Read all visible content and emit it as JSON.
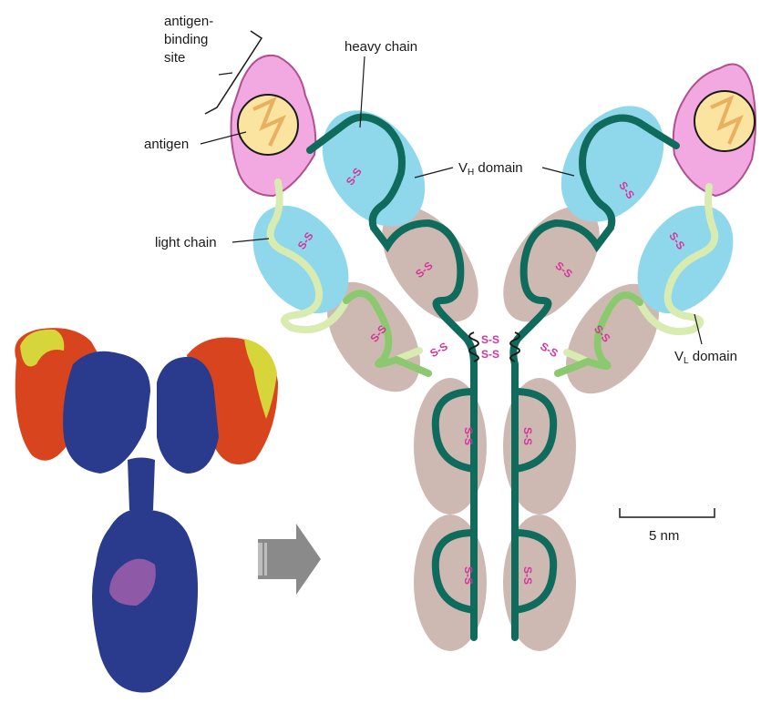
{
  "labels": {
    "antigen_binding_site": [
      "antigen-",
      "binding",
      "site"
    ],
    "heavy_chain": "heavy chain",
    "antigen": "antigen",
    "vh_domain": {
      "main": "V",
      "sub": "H",
      "rest": " domain"
    },
    "light_chain": "light chain",
    "vl_domain": {
      "main": "V",
      "sub": "L",
      "rest": " domain"
    },
    "scale_bar": "5 nm",
    "disulfide": "S-S"
  },
  "colors": {
    "heavy_chain": "#0f6b5c",
    "light_chain": "#d8ebb0",
    "light_chain_constant": "#8cc870",
    "variable_domain": "#8fd8ec",
    "constant_domain": "#cdb9b2",
    "antigen_binding": "#f2a8e0",
    "antigen": "#fbe3a0",
    "disulfide": "#d4349b",
    "space_fill_blue": "#2a3a8c",
    "space_fill_red": "#d8441e",
    "space_fill_yellow": "#d6d63a",
    "arrow": "#8a8a8a"
  },
  "icons": {
    "arrow": "right-arrow-icon"
  }
}
